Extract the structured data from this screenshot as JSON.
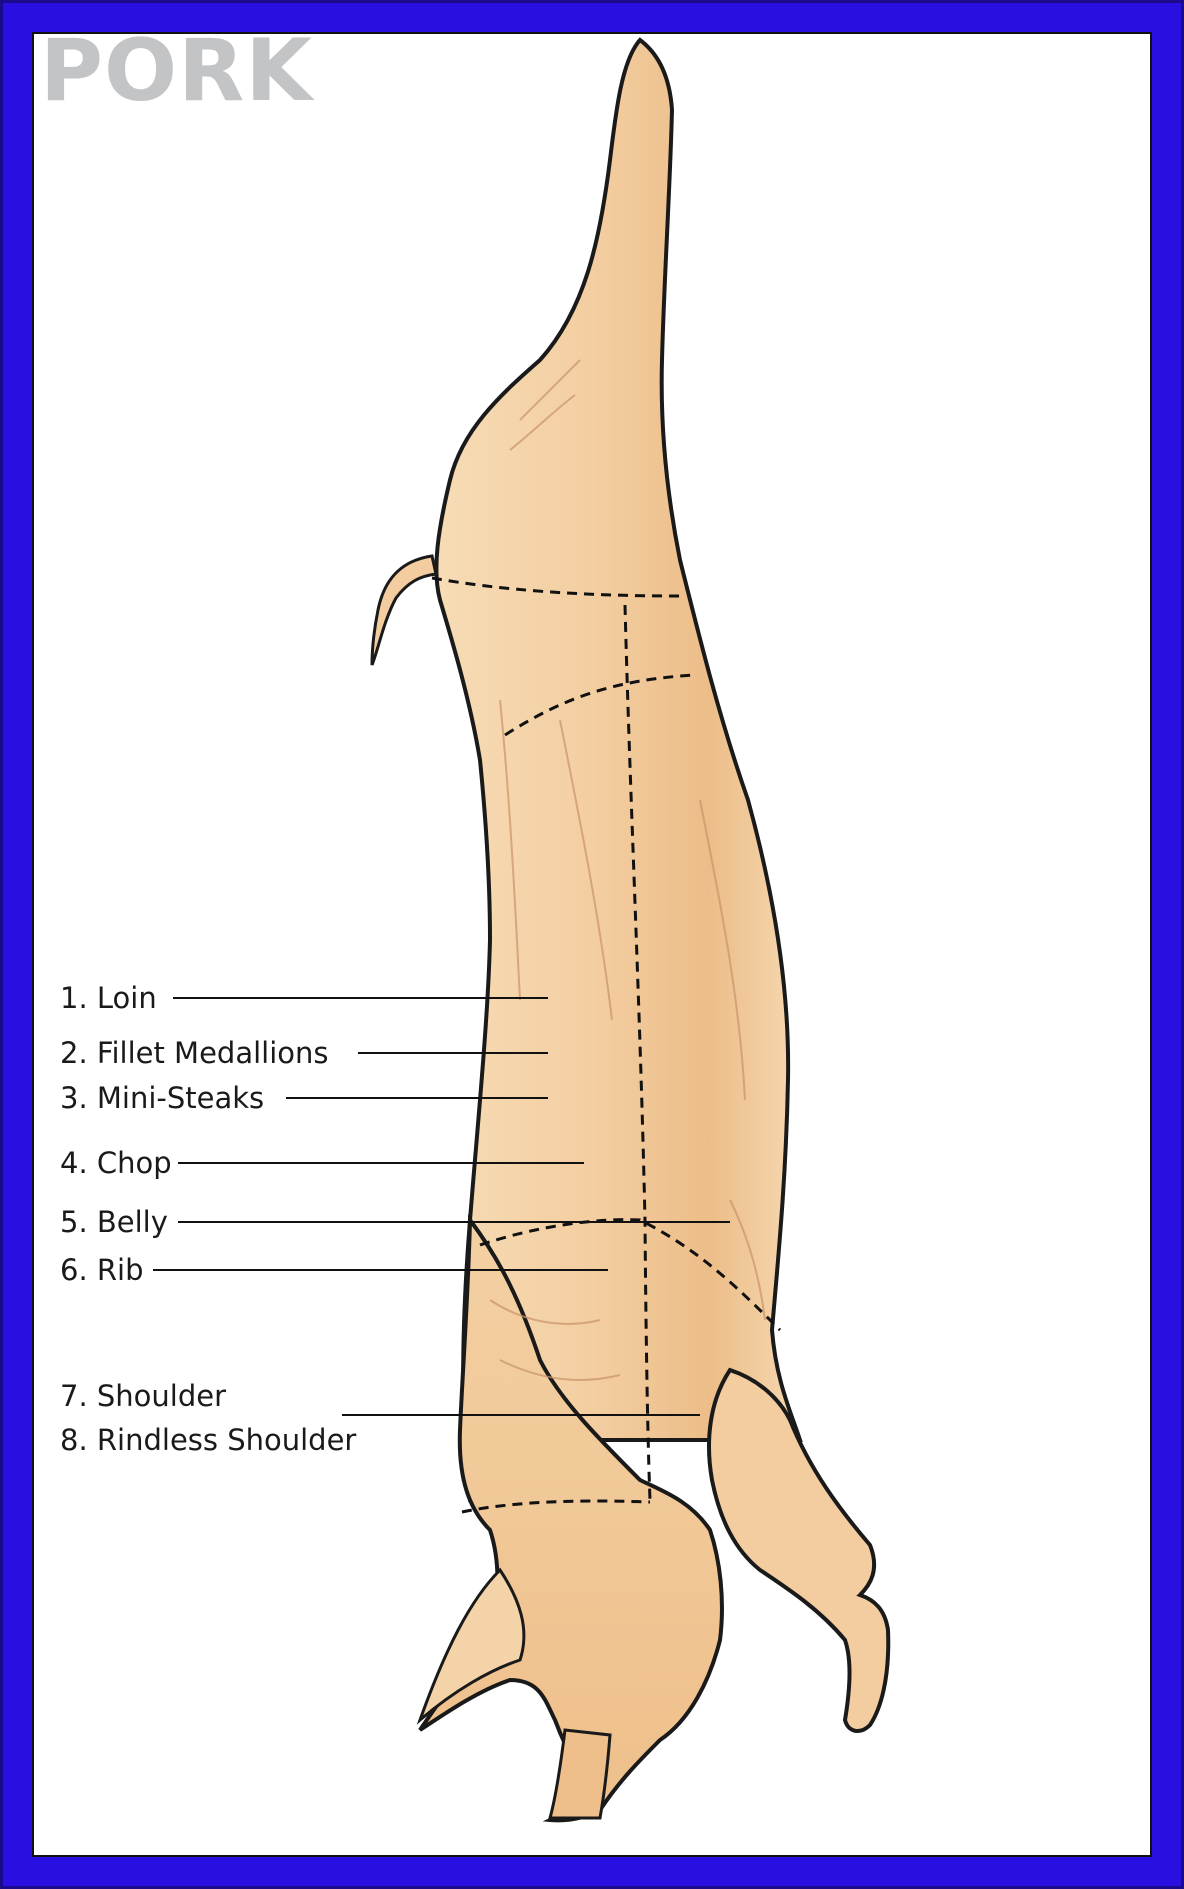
{
  "title": "PORK",
  "colors": {
    "frame": "#2a10e0",
    "panel": "#ffffff",
    "title": "#c2c4c6",
    "carcass": "#f5d3a8",
    "carcass_shade": "#e9b47f",
    "outline": "#1a1a1a"
  },
  "cuts": [
    {
      "label": "1. Loin"
    },
    {
      "label": "2. Fillet Medallions"
    },
    {
      "label": "3. Mini-Steaks"
    },
    {
      "label": "4. Chop"
    },
    {
      "label": "5. Belly"
    },
    {
      "label": "6. Rib"
    },
    {
      "label": "7. Shoulder"
    },
    {
      "label": "8. Rindless Shoulder"
    }
  ]
}
